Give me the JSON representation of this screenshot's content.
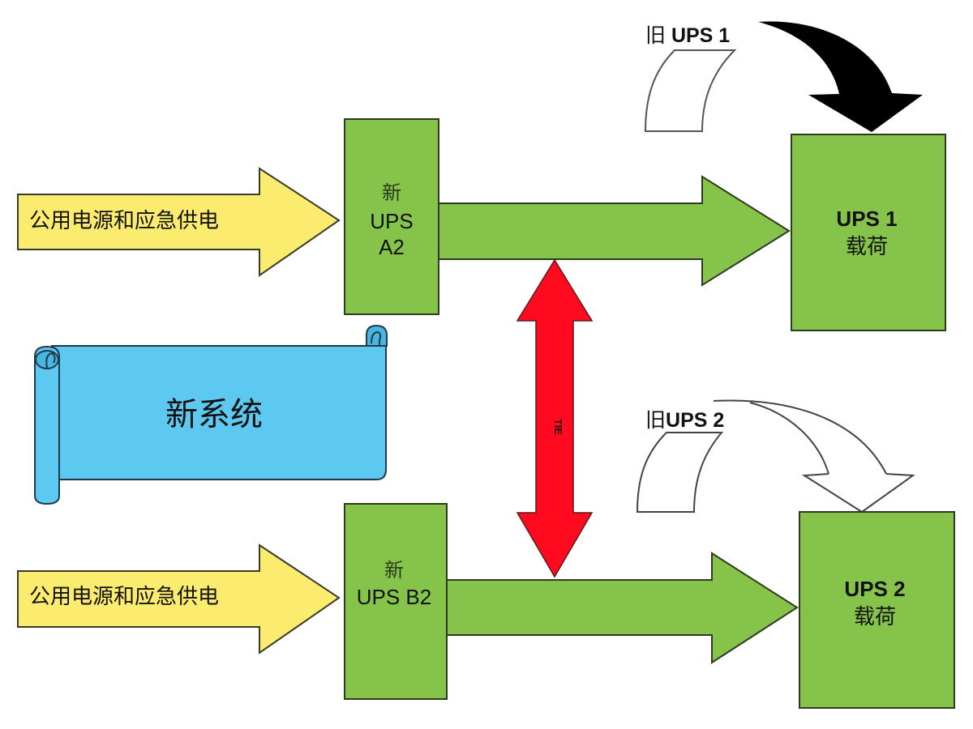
{
  "colors": {
    "background": "#ffffff",
    "source_arrow_fill": "#fbeb6e",
    "ups_green": "#86c34b",
    "tie_red": "#ff0a1e",
    "banner_blue": "#5dc8f0",
    "outline": "#2e3a22",
    "text": "#111111"
  },
  "sources": {
    "top_label": "公用电源和应急供电",
    "bottom_label": "公用电源和应急供电"
  },
  "new_ups": {
    "a2": {
      "prefix": "新",
      "line1": "UPS",
      "line2": "A2"
    },
    "b2": {
      "prefix": "新",
      "line1": "UPS B2"
    }
  },
  "loads": {
    "ups1": {
      "title": "UPS 1",
      "subtitle": "载荷"
    },
    "ups2": {
      "title": "UPS 2",
      "subtitle": "载荷"
    }
  },
  "old_ups": {
    "ups1": {
      "prefix": "旧 ",
      "label": "UPS 1"
    },
    "ups2": {
      "prefix": "旧",
      "label": "UPS 2"
    }
  },
  "tie": {
    "label": "TIE"
  },
  "banner": {
    "label": "新系统"
  }
}
